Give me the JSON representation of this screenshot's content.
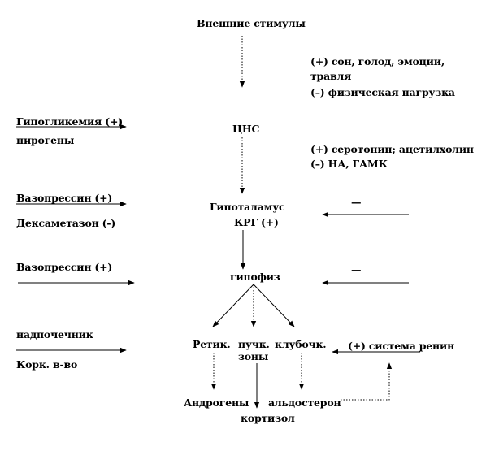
{
  "nodes": {
    "external_stimuli": "Внешние стимулы",
    "cns": "ЦНС",
    "hypothalamus": "Гипоталамус",
    "krg": "КРГ  (+)",
    "pituitary": "гипофиз",
    "zone_retic": "Ретик.",
    "zone_fasc": "пучк.",
    "zone_zones": "зоны",
    "zone_glom": "клубочк.",
    "androgens": "Андрогены",
    "aldosterone": "альдостерон",
    "cortisol": "кортизол"
  },
  "right_notes": {
    "line1": "(+) сон, голод, эмоции,",
    "line2": "травля",
    "line3": "(–) физическая  нагрузка",
    "line4": "(+) серотонин; ацетилхолин",
    "line5": "(–) НА,  ГАМК",
    "renin": "(+) система ренин",
    "dash_hypo": "—",
    "dash_pit": "—"
  },
  "left_notes": {
    "hypoglycemia": "Гипогликемия (+)",
    "pyrogens": "пирогены",
    "vasopressin1": "Вазопрессин  (+)",
    "dexamethasone": "Дексаметазон  (-)",
    "vasopressin2": "Вазопрессин  (+)",
    "adrenal": "надпочечник",
    "cortex": "Корк. в-во"
  }
}
